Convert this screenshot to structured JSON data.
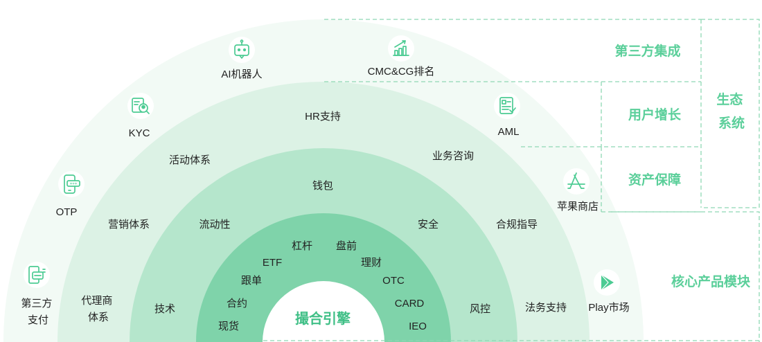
{
  "core": "撮合引擎",
  "ring1": {
    "left": [
      "杠杆",
      "ETF",
      "跟单",
      "合约",
      "现货"
    ],
    "right": [
      "盘前",
      "理财",
      "OTC",
      "CARD",
      "IEO"
    ]
  },
  "ring2": {
    "items": [
      "钱包",
      "流动性",
      "安全",
      "技术",
      "风控"
    ]
  },
  "ring3": {
    "items": [
      "HR支持",
      "活动体系",
      "业务咨询",
      "营销体系",
      "合规指导",
      "代理商体系",
      "法务支持"
    ]
  },
  "ring4": {
    "items": [
      "AI机器人",
      "CMC&CG排名",
      "KYC",
      "AML",
      "OTP",
      "苹果商店",
      "第三方支付",
      "Play市场"
    ],
    "icons": [
      "robot-icon",
      "ranking-chart-icon",
      "id-search-icon",
      "document-check-icon",
      "phone-otp-icon",
      "app-store-icon",
      "payment-card-icon",
      "play-store-icon"
    ]
  },
  "legend": {
    "third_party": "第三方集成",
    "user_growth": "用户增长",
    "asset_protection": "资产保障",
    "ecosystem": "生态系统",
    "core_modules": "核心产品模块"
  },
  "colors": {
    "ring4": "#f2faf5",
    "ring3": "#dcf2e5",
    "ring2": "#b5e6cc",
    "ring1": "#7fd3aa",
    "core": "#ffffff",
    "accent": "#5bcf9a",
    "dash": "#8ed8b4"
  }
}
